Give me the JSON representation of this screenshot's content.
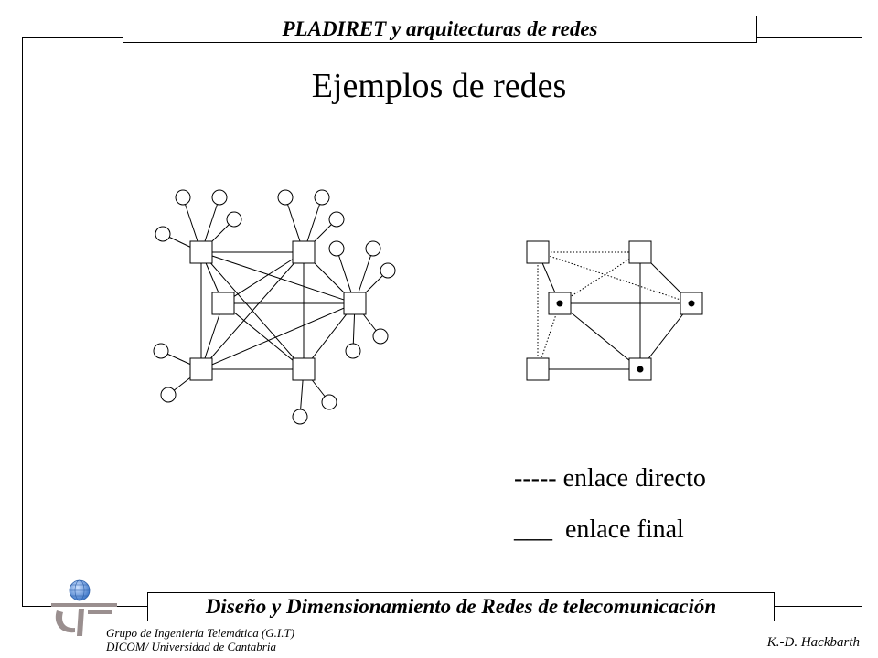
{
  "header": {
    "title": "PLADIRET y arquitecturas de redes"
  },
  "slide": {
    "title": "Ejemplos de redes"
  },
  "legend": {
    "direct": "----- enlace directo",
    "final": "___  enlace final"
  },
  "footer": {
    "course": "Diseño y Dimensionamiento de Redes de telecomunicación",
    "org_line1": "Grupo de Ingeniería Telemática (G.I.T)",
    "org_line2": "DICOM/ Universidad de Cantabria",
    "author": "K.-D. Hackbarth"
  },
  "colors": {
    "line": "#000000",
    "logo_globe": "#5b8fd6",
    "logo_mark": "#9a8f8f"
  },
  "icons": {
    "logo": "git-logo-icon"
  }
}
